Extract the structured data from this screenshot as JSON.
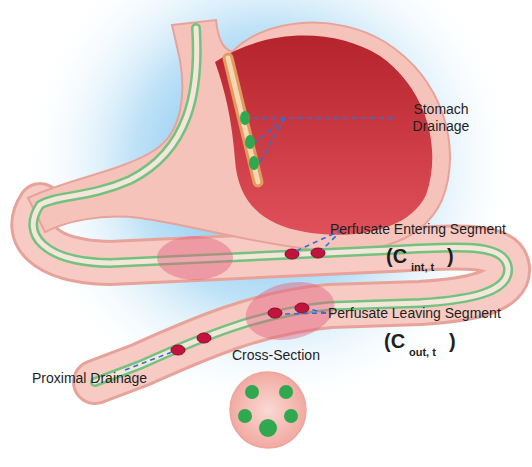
{
  "diagram": {
    "labels": [
      "Stomach Drainage",
      "Perfusate Entering Segment",
      "(C",
      "int, t",
      ")",
      "Perfusate Leaving Segment",
      "(C",
      "out, t",
      ")",
      "Proximal Drainage",
      "Cross-Section"
    ]
  }
}
